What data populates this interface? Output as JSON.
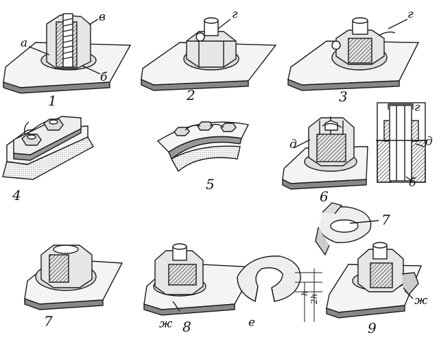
{
  "figure": {
    "numbers": [
      "1",
      "2",
      "3",
      "4",
      "5",
      "6",
      "7",
      "7",
      "8",
      "9"
    ],
    "letters": {
      "a": "а",
      "b": "б",
      "v": "в",
      "g": "г",
      "d": "д",
      "e": "е",
      "zh": "ж"
    },
    "dimensions": {
      "h": "h",
      "two_h": "2h"
    }
  },
  "colors": {
    "ink": "#1a1a1a",
    "plate": "#f2f2f2",
    "hatch": "#333333"
  }
}
